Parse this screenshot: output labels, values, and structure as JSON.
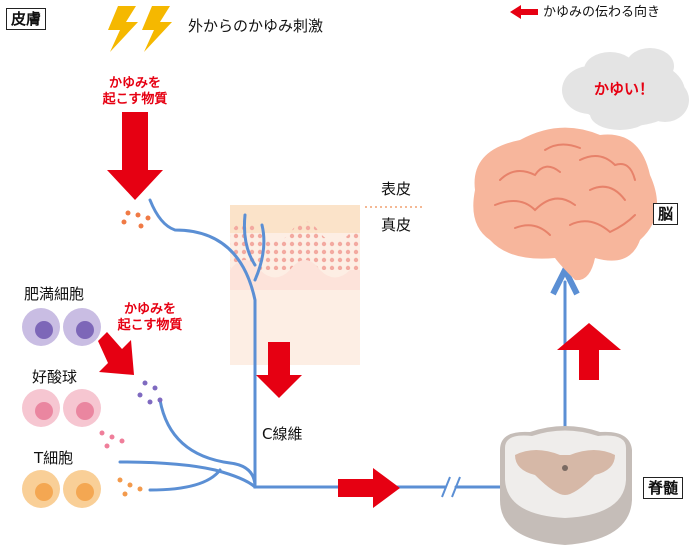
{
  "labels": {
    "skin": "皮膚",
    "external_stimulus": "外からのかゆみ刺激",
    "legend": "かゆみの伝わる向き",
    "itch_substance_1": "かゆみを\n起こす物質",
    "itch_substance_2": "かゆみを\n起こす物質",
    "mast_cell": "肥満細胞",
    "eosinophil": "好酸球",
    "t_cell": "T細胞",
    "epidermis": "表皮",
    "dermis": "真皮",
    "c_fiber": "C線維",
    "brain": "脳",
    "spinal_cord": "脊髄",
    "itchy": "かゆい！"
  },
  "colors": {
    "arrow_red": "#e60012",
    "nerve_blue": "#5b8fd4",
    "brain": "#f5b59a",
    "bolt_yellow": "#f5b800",
    "mast_cell": "#b6a3d6",
    "eosinophil": "#f4b9c6",
    "t_cell": "#f7bf7d"
  }
}
